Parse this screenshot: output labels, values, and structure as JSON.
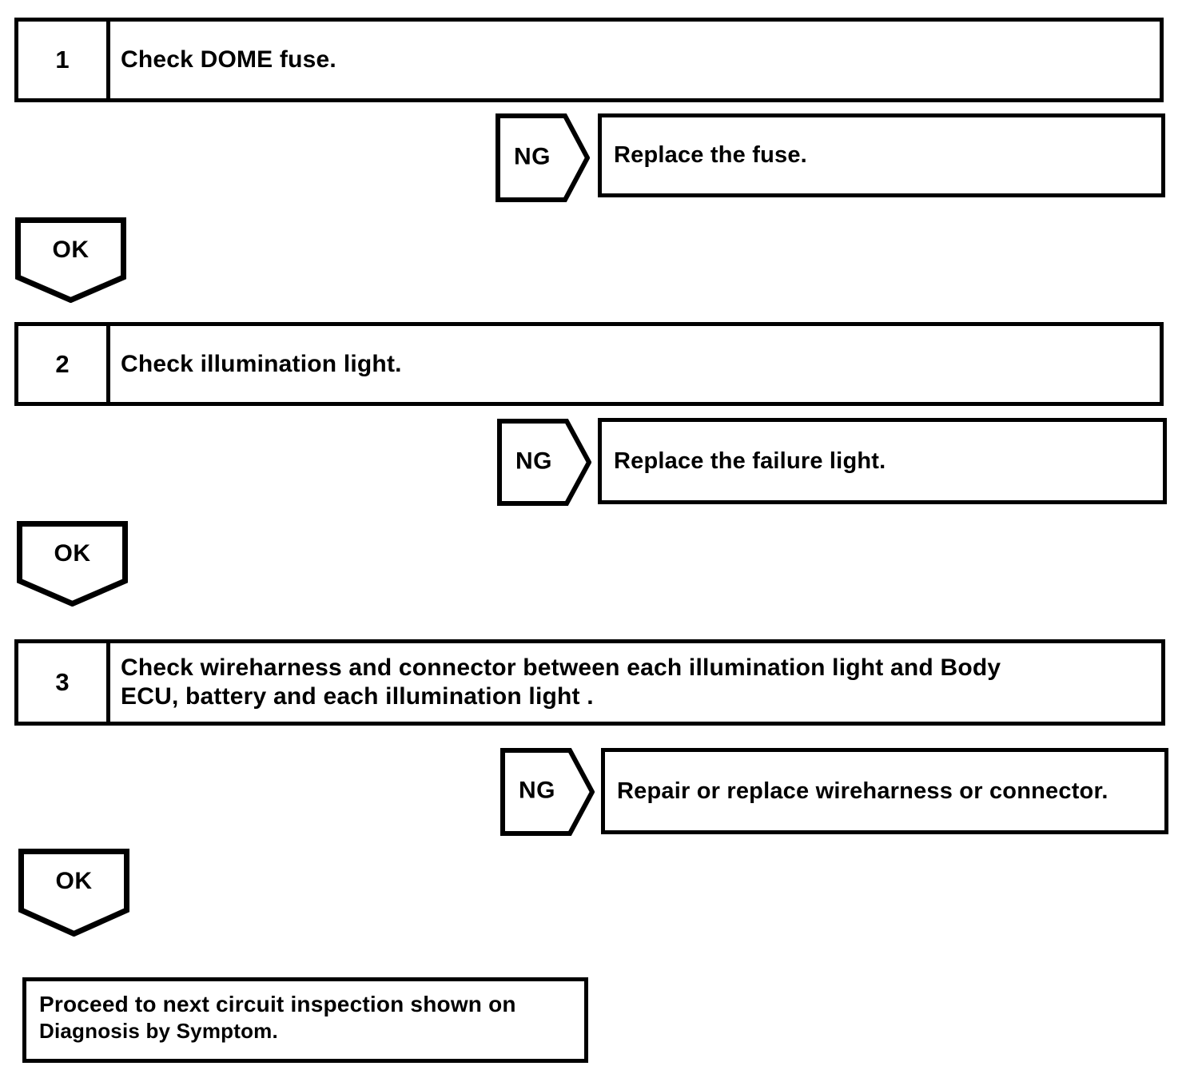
{
  "flowchart": {
    "steps": [
      {
        "number": "1",
        "lines": [
          "Check DOME fuse."
        ],
        "ng_label": "NG",
        "ng_result": "Replace the fuse.",
        "ok_label": "OK"
      },
      {
        "number": "2",
        "lines": [
          "Check illumination light."
        ],
        "ng_label": "NG",
        "ng_result": "Replace the failure light.",
        "ok_label": "OK"
      },
      {
        "number": "3",
        "lines": [
          "Check wireharness and connector between each illumination light and Body",
          "ECU, battery and each illumination light ."
        ],
        "ng_label": "NG",
        "ng_result": "Repair or replace wireharness or connector.",
        "ok_label": "OK"
      }
    ],
    "final": {
      "lines": [
        "Proceed to next circuit inspection shown on",
        "Diagnosis by Symptom."
      ]
    },
    "colors": {
      "line": "#000000",
      "background": "#ffffff",
      "text": "#000000"
    }
  }
}
